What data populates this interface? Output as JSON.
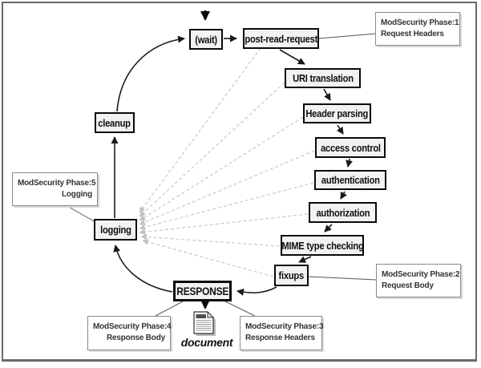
{
  "diagram": {
    "nodes": {
      "wait": "(wait)",
      "post_read_request": "post-read-request",
      "uri_translation": "URI translation",
      "header_parsing": "Header parsing",
      "access_control": "access control",
      "authentication": "authentication",
      "authorization": "authorization",
      "mime_type_checking": "MIME type checking",
      "fixups": "fixups",
      "response": "RESPONSE",
      "logging": "logging",
      "cleanup": "cleanup"
    },
    "annotations": {
      "phase1": {
        "line1": "ModSecurity Phase:1",
        "line2": "Request Headers"
      },
      "phase2": {
        "line1": "ModSecurity Phase:2",
        "line2": "Request Body"
      },
      "phase3": {
        "line1": "ModSecurity Phase:3",
        "line2": "Response Headers"
      },
      "phase4": {
        "line1": "ModSecurity Phase:4",
        "line2": "Response Body"
      },
      "phase5": {
        "line1": "ModSecurity Phase:5",
        "line2": "Logging"
      }
    },
    "document_label": "document",
    "colors": {
      "node_fill": "#f2f2f2",
      "node_border": "#0a0a0a",
      "node_text": "#111111",
      "annotation_bg": "#ffffff",
      "annotation_border": "#8a8a8a",
      "annotation_text": "#333333",
      "solid_line": "#1a1a1a",
      "thin_line": "#555555",
      "dashed_line": "#cccccc",
      "frame_border": "#696969"
    }
  }
}
